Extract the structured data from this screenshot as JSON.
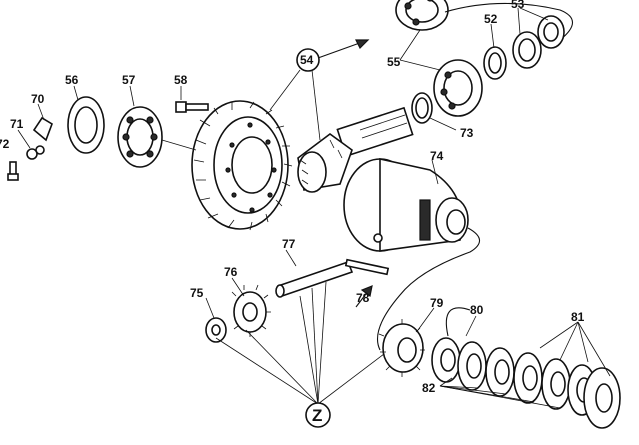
{
  "labels": {
    "l53": "53",
    "l52": "52",
    "l54": "54",
    "l55": "55",
    "l56": "56",
    "l57": "57",
    "l58": "58",
    "l70": "70",
    "l71": "71",
    "l72": "72",
    "l73": "73",
    "l74": "74",
    "l75": "75",
    "l76": "76",
    "l77": "77",
    "l78": "78",
    "l79": "79",
    "l80": "80",
    "l81": "81",
    "l82": "82",
    "lZ": "Z"
  },
  "colors": {
    "ink": "#111111",
    "paper": "#ffffff"
  }
}
